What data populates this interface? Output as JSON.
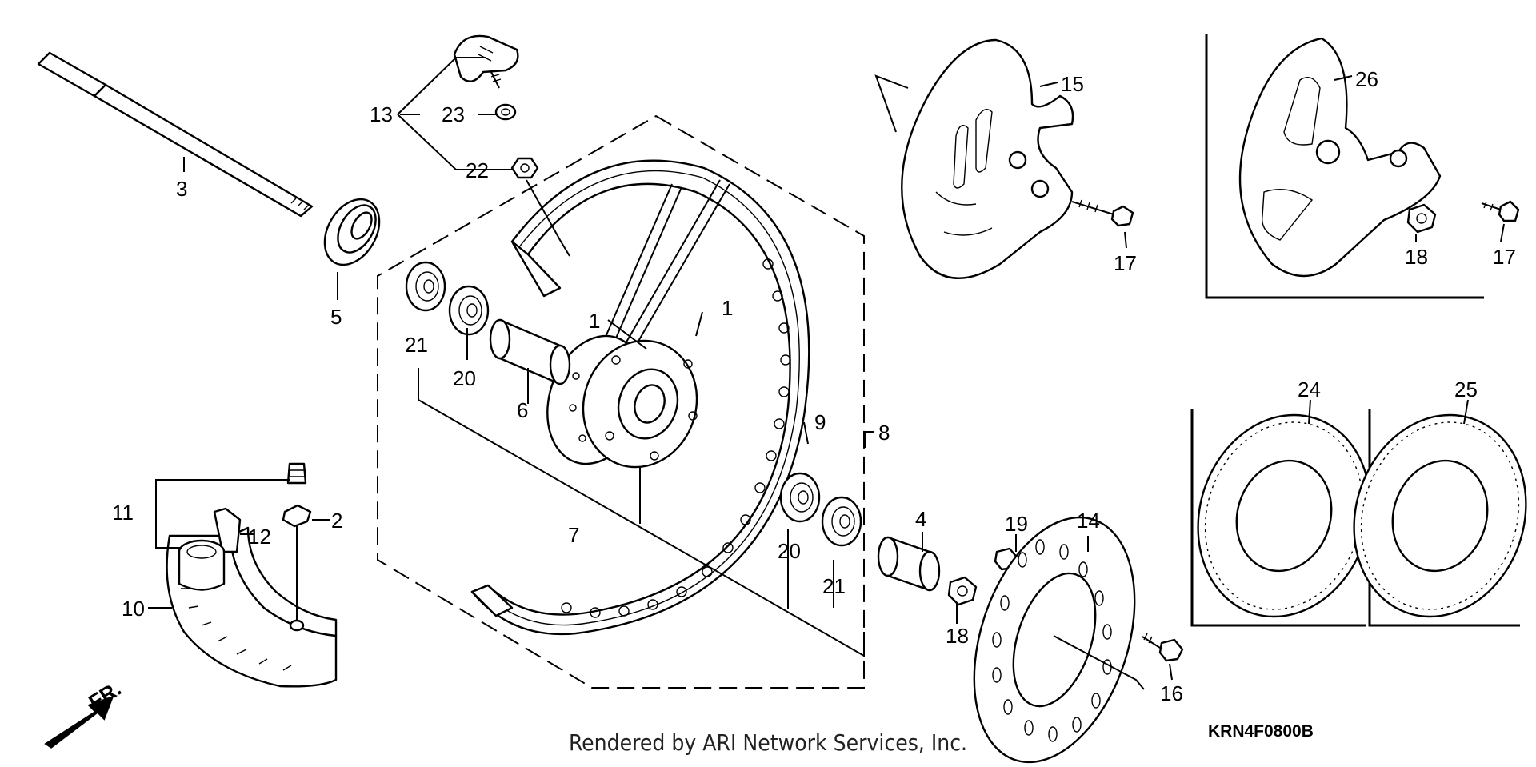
{
  "diagram": {
    "callouts": {
      "c1a": "1",
      "c1b": "1",
      "c2": "2",
      "c3": "3",
      "c4": "4",
      "c5": "5",
      "c6": "6",
      "c7": "7",
      "c8": "8",
      "c9": "9",
      "c10": "10",
      "c11": "11",
      "c12": "12",
      "c13": "13",
      "c14": "14",
      "c15": "15",
      "c16": "16",
      "c17a": "17",
      "c17b": "17",
      "c18a": "18",
      "c18b": "18",
      "c19": "19",
      "c20a": "20",
      "c20b": "20",
      "c21a": "21",
      "c21b": "21",
      "c22": "22",
      "c23": "23",
      "c24": "24",
      "c25": "25",
      "c26": "26"
    },
    "front_marker": "FR.",
    "drawing_code": "KRN4F0800B"
  },
  "footer": {
    "credit": "Rendered by ARI Network Services, Inc."
  }
}
